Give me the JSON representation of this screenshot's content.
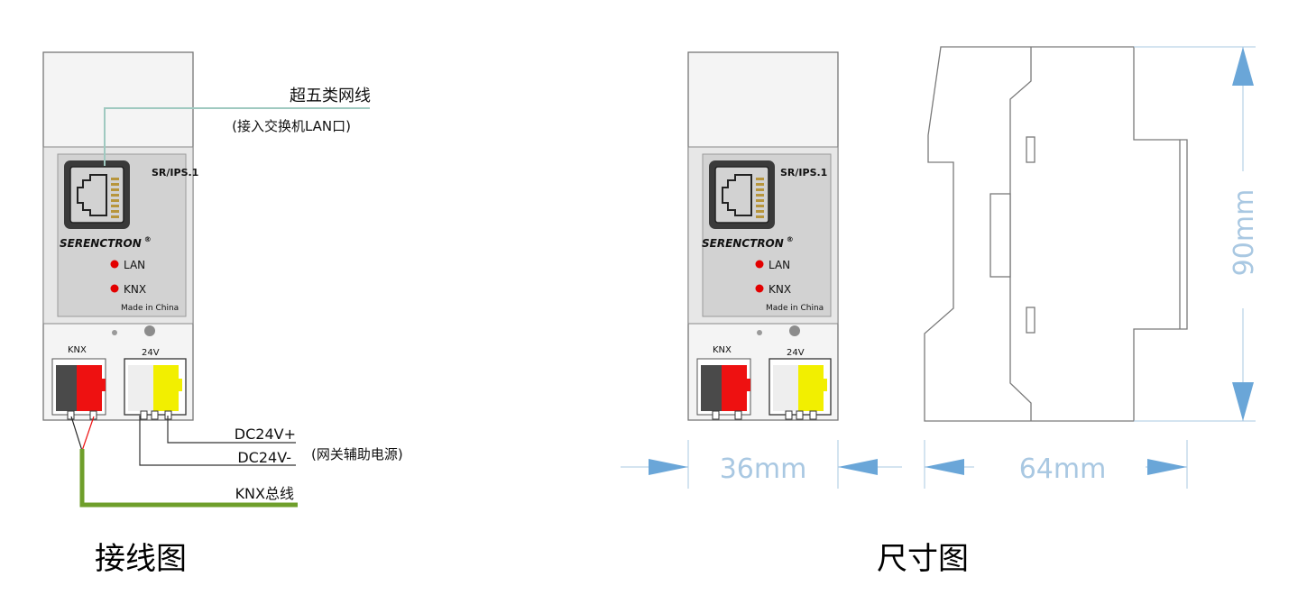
{
  "wiring": {
    "caption": "接线图",
    "cable_label": "超五类网线",
    "cable_note": "(接入交换机LAN口)",
    "dc_plus": "DC24V+",
    "dc_minus": "DC24V-",
    "power_note": "(网关辅助电源)",
    "bus_label": "KNX总线"
  },
  "device": {
    "model": "SR/IPS.1",
    "brand": "SERENCTRON",
    "registered_mark": "®",
    "led_lan": "LAN",
    "led_knx": "KNX",
    "made_in": "Made in China",
    "terminal_knx": "KNX",
    "terminal_24v": "24V"
  },
  "dimensions": {
    "caption": "尺寸图",
    "width": "36mm",
    "depth": "64mm",
    "height": "90mm"
  },
  "colors": {
    "dimension": "#a9c8e2",
    "arrow": "#6aa6d8",
    "led": "#e30000",
    "knx_red": "#ee1111",
    "knx_gray": "#4a4a4a",
    "yellow": "#f2ef00",
    "bus_green": "#6f9f2b",
    "cable_teal": "#9fc9c0"
  }
}
